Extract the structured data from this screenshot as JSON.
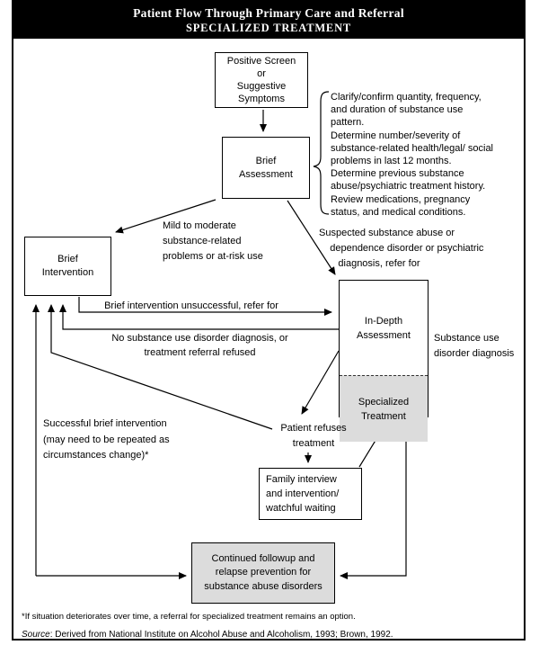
{
  "title": {
    "line1": "Patient Flow Through Primary Care and Referral",
    "line2": "SPECIALIZED TREATMENT"
  },
  "nodes": {
    "positive_screen": "Positive Screen\nor\nSuggestive\nSymptoms",
    "brief_assessment": "Brief\nAssessment",
    "brief_intervention": "Brief\nIntervention",
    "in_depth_assessment": "In-Depth\nAssessment",
    "specialized_treatment": "Specialized\nTreatment",
    "family_interview": "Family interview\nand intervention/\nwatchful waiting",
    "continued_followup": "Continued followup and\nrelapse prevention for\nsubstance abuse disorders"
  },
  "labels": {
    "assessment_criteria": "Clarify/confirm quantity, frequency,\nand duration of substance use\npattern.\nDetermine number/severity of\nsubstance-related health/legal/ social\nproblems in last 12 months.\nDetermine previous substance\nabuse/psychiatric treatment history.\nReview medications, pregnancy\nstatus, and medical conditions.",
    "mild_moderate": "Mild to moderate\nsubstance-related\nproblems or at-risk use",
    "suspected_abuse": "Suspected substance abuse or\n    dependence disorder or psychiatric\n       diagnosis, refer for",
    "brief_unsuccessful": "Brief intervention unsuccessful, refer for",
    "no_diagnosis": "No substance use disorder diagnosis, or\ntreatment referral refused",
    "successful_brief": "Successful brief intervention\n(may need to be repeated as\ncircumstances change)*",
    "patient_refuses": "Patient refuses\ntreatment",
    "substance_diagnosis": "Substance use\ndisorder diagnosis"
  },
  "footnotes": {
    "asterisk_note": "*If situation deteriorates over time, a referral for specialized treatment remains an option.",
    "source_label": "Source",
    "source_text": ": Derived from National Institute on Alcohol Abuse and Alcoholism, 1993; Brown, 1992."
  },
  "colors": {
    "title_bg": "#000000",
    "title_fg": "#ffffff",
    "box_border": "#000000",
    "shaded_fill": "#dcdcdc",
    "line": "#000000",
    "background": "#ffffff"
  }
}
